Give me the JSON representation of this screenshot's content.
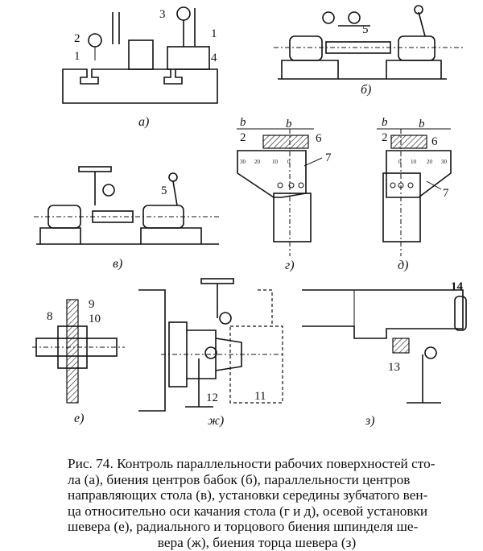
{
  "figure": {
    "panels": {
      "a": {
        "label": "а)",
        "callouts": [
          "1",
          "2",
          "3",
          "1",
          "4"
        ]
      },
      "b": {
        "label": "б)",
        "callouts": [
          "5"
        ]
      },
      "v": {
        "label": "в)",
        "callouts": [
          "5"
        ]
      },
      "g": {
        "label": "г)",
        "callouts": [
          "6",
          "7"
        ],
        "dims": [
          "b",
          "2",
          "b"
        ],
        "scale": [
          "30",
          "20",
          "10",
          "0"
        ]
      },
      "d": {
        "label": "д)",
        "callouts": [
          "6",
          "7"
        ],
        "dims": [
          "b",
          "2",
          "b"
        ],
        "scale": [
          "0",
          "10",
          "20",
          "30"
        ]
      },
      "e": {
        "label": "е)",
        "callouts": [
          "8",
          "9",
          "10"
        ]
      },
      "zh": {
        "label": "ж)",
        "callouts": [
          "12",
          "11"
        ]
      },
      "z": {
        "label": "з)",
        "callouts": [
          "13",
          "14"
        ]
      }
    }
  },
  "caption": {
    "lines": [
      "Рис. 74. Контроль параллельности рабочих поверхностей сто-",
      "ла (а), биения центров бабок (б), параллельности центров",
      "направляющих стола (в), установки середины зубчатого вен-",
      "ца относительно оси качания стола (г и д), осевой установки",
      "шевера (е), радиального и торцового биения шпинделя ше-",
      "вера (ж), биения торца шевера (з)"
    ]
  }
}
